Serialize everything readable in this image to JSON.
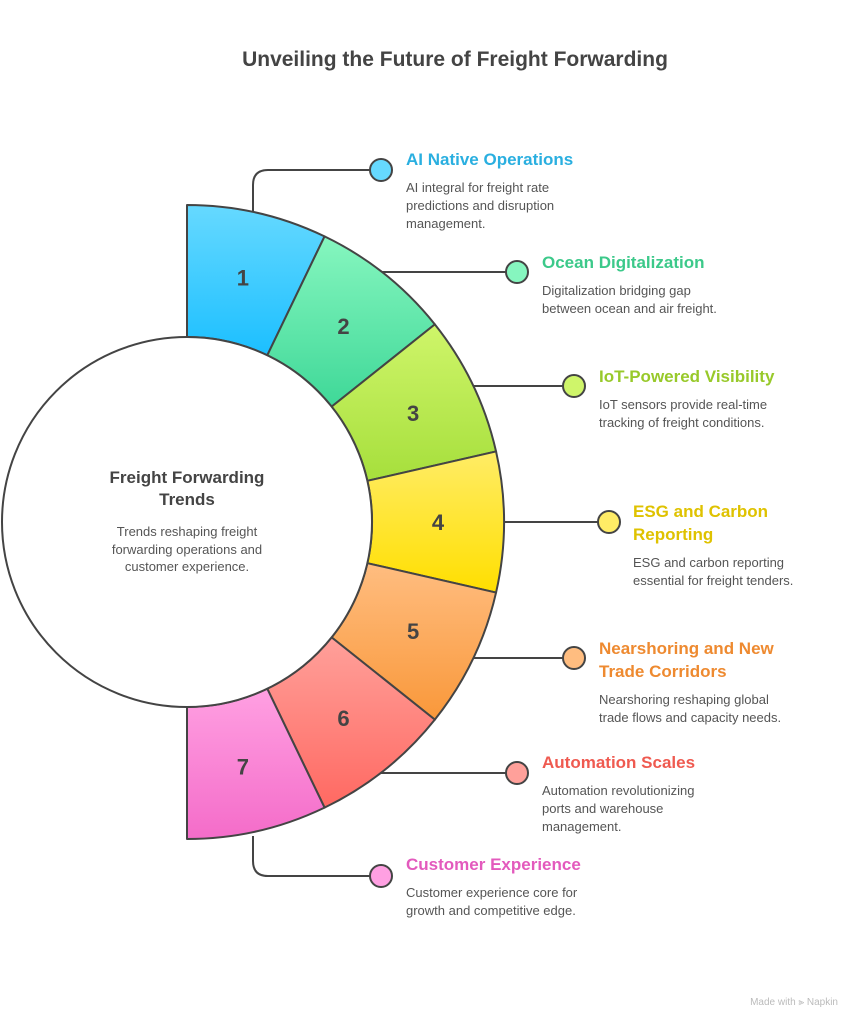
{
  "title": "Unveiling the Future of Freight Forwarding",
  "center": {
    "title": "Freight Forwarding Trends",
    "description": "Trends reshaping freight forwarding operations and customer experience."
  },
  "items": [
    {
      "number": "1",
      "title": "AI Native Operations",
      "description": "AI integral for freight rate predictions and disruption management.",
      "color_light": "#66d9ff",
      "color_dark": "#1cbfff",
      "title_color": "#2aafe0"
    },
    {
      "number": "2",
      "title": "Ocean Digitalization",
      "description": "Digitalization bridging gap between ocean and air freight.",
      "color_light": "#86f6bf",
      "color_dark": "#3fd898",
      "title_color": "#3cc98a"
    },
    {
      "number": "3",
      "title": "IoT-Powered Visibility",
      "description": "IoT sensors provide real-time tracking of freight conditions.",
      "color_light": "#cff56a",
      "color_dark": "#a6df3c",
      "title_color": "#98c92a"
    },
    {
      "number": "4",
      "title": "ESG and Carbon Reporting",
      "description": "ESG and carbon reporting essential for freight tenders.",
      "color_light": "#ffec66",
      "color_dark": "#ffdf00",
      "title_color": "#dfc200"
    },
    {
      "number": "5",
      "title": "Nearshoring and New Trade Corridors",
      "description": "Nearshoring reshaping global trade flows and capacity needs.",
      "color_light": "#ffbd80",
      "color_dark": "#f9983a",
      "title_color": "#ee8a30"
    },
    {
      "number": "6",
      "title": "Automation Scales",
      "description": "Automation revolutionizing ports and warehouse management.",
      "color_light": "#ffa09a",
      "color_dark": "#ff6962",
      "title_color": "#ef5a50"
    },
    {
      "number": "7",
      "title": "Customer Experience",
      "description": "Customer experience core for growth and competitive edge.",
      "color_light": "#ffa0e2",
      "color_dark": "#f46cc9",
      "title_color": "#e35abd"
    }
  ],
  "footer": "Made with ⫸ Napkin"
}
